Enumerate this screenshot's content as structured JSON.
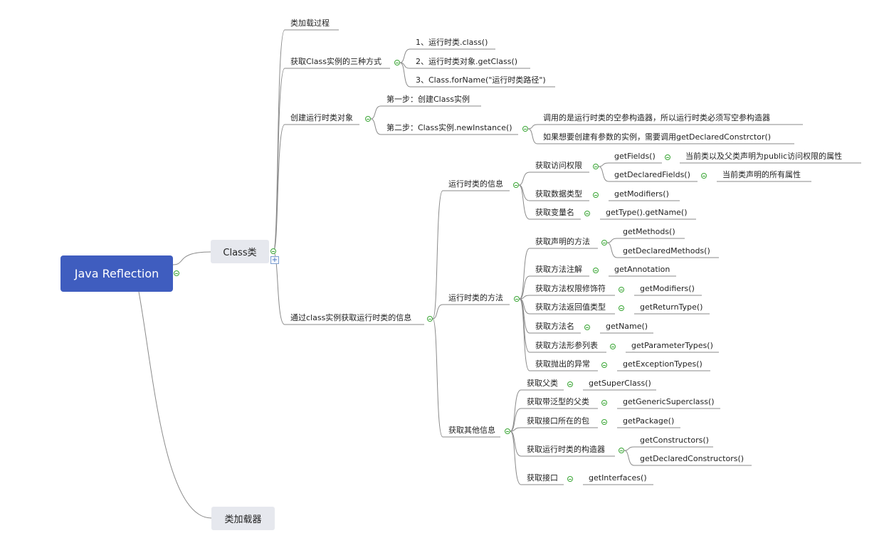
{
  "root": {
    "label": "Java Reflection"
  },
  "class_node": {
    "label": "Class类"
  },
  "loader_node": {
    "label": "类加载器"
  },
  "branches": {
    "load_process": "类加载过程",
    "get_instance": {
      "label": "获取Class实例的三种方式",
      "ways": [
        "1、运行时类.class()",
        "2、运行时类对象.getClass()",
        "3、Class.forName(\"运行时类路径\")"
      ]
    },
    "create_object": {
      "label": "创建运行时类对象",
      "step1": "第一步：创建Class实例",
      "step2": "第二步：Class实例.newInstance()",
      "notes": [
        "调用的是运行时类的空参构造器，所以运行时类必须写空参构造器",
        "如果想要创建有参数的实例，需要调用getDeclaredConstrctor()"
      ]
    },
    "runtime_info": {
      "label": "通过class实例获取运行时类的信息",
      "info": {
        "label": "运行时类的信息",
        "access": {
          "label": "获取访问权限",
          "getFields": "getFields()",
          "getFields_desc": "当前类以及父类声明为public访问权限的属性",
          "getDeclaredFields": "getDeclaredFields()",
          "getDeclaredFields_desc": "当前类声明的所有属性"
        },
        "datatype": {
          "label": "获取数据类型",
          "method": "getModifiers()"
        },
        "varname": {
          "label": "获取变量名",
          "method": "getType().getName()"
        }
      },
      "methods": {
        "label": "运行时类的方法",
        "declared": {
          "label": "获取声明的方法",
          "items": [
            "getMethods()",
            "getDeclaredMethods()"
          ]
        },
        "annotation": {
          "label": "获取方法注解",
          "method": "getAnnotation"
        },
        "modifiers": {
          "label": "获取方法权限修饰符",
          "method": "getModifiers()"
        },
        "returntype": {
          "label": "获取方法返回值类型",
          "method": "getReturnType()"
        },
        "name": {
          "label": "获取方法名",
          "method": "getName()"
        },
        "params": {
          "label": "获取方法形参列表",
          "method": "getParameterTypes()"
        },
        "exceptions": {
          "label": "获取抛出的异常",
          "method": "getExceptionTypes()"
        }
      },
      "other": {
        "label": "获取其他信息",
        "superclass": {
          "label": "获取父类",
          "method": "getSuperClass()"
        },
        "generic": {
          "label": "获取带泛型的父类",
          "method": "getGenericSuperclass()"
        },
        "package": {
          "label": "获取接口所在的包",
          "method": "getPackage()"
        },
        "constructors": {
          "label": "获取运行时类的构造器",
          "items": [
            "getConstructors()",
            "getDeclaredConstructors()"
          ]
        },
        "interfaces": {
          "label": "获取接口",
          "method": "getInterfaces()"
        }
      }
    }
  },
  "colors": {
    "root": "#3f5dbf",
    "box": "#e6e8ee",
    "line": "#888888",
    "collapse": "#3aa635"
  }
}
